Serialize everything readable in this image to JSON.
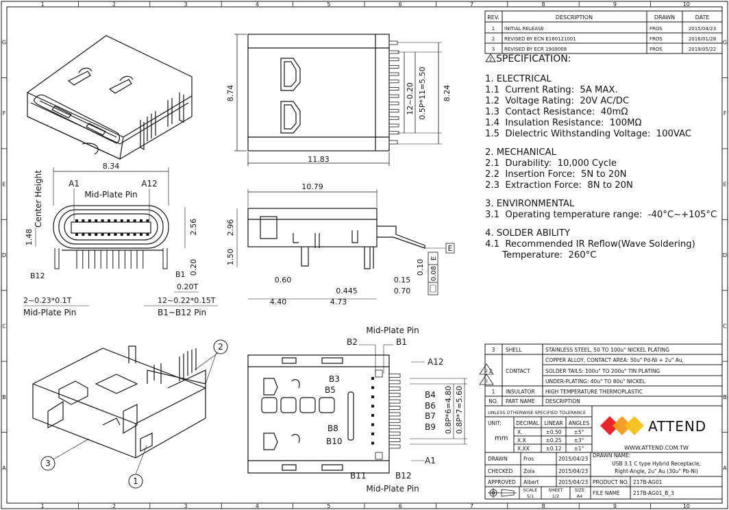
{
  "border": {
    "cols": [
      "1",
      "2",
      "3",
      "4",
      "5",
      "6",
      "7",
      "8",
      "9",
      "10"
    ],
    "rows": [
      "G",
      "F",
      "E",
      "D",
      "C",
      "B",
      "A"
    ]
  },
  "revision_table": {
    "headers": [
      "REV.",
      "DESCRIPTION",
      "DRAWN",
      "DATE"
    ],
    "rows": [
      {
        "rev": "1",
        "desc": "INITIAL RELEASE",
        "drawn": "FROS",
        "date": "2015/04/23"
      },
      {
        "rev": "2",
        "desc": "REVISED BY ECN E160121001",
        "drawn": "FROS",
        "date": "2016/01/28"
      },
      {
        "rev": "3",
        "desc": "REVISED BY ECR 1900008",
        "drawn": "FROS",
        "date": "2019/05/22"
      }
    ]
  },
  "spec": {
    "title_rev": "2",
    "title": "SPECIFICATION:",
    "sections": [
      {
        "heading": "1.  ELECTRICAL",
        "items": [
          "1.1  Current Rating:  5A MAX.",
          "1.2  Voltage Rating:  20V AC/DC",
          "1.3  Contact Resistance:  40mΩ",
          "1.4  Insulation Resistance:  100MΩ",
          "1.5  Dielectric Withstanding Voltage:  100VAC"
        ]
      },
      {
        "heading": "2. MECHANICAL",
        "items": [
          "2.1  Durability:  10,000 Cycle",
          "2.2  Insertion Force:  5N to 20N",
          "2.3  Extraction Force:  8N to 20N"
        ]
      },
      {
        "heading": "3. ENVIRONMENTAL",
        "items": [
          "3.1  Operating temperature range:  -40°C~+105°C"
        ]
      },
      {
        "heading": "4. SOLDER ABILITY",
        "items": [
          "4.1  Recommended IR Reflow(Wave Soldering)",
          "      Temperature:  260°C"
        ]
      }
    ]
  },
  "parts_table": {
    "rows": [
      {
        "no": "3",
        "part": "SHELL",
        "desc": [
          "STAINLESS STEEL, 50 TO 100u\" NICKEL PLATING"
        ]
      },
      {
        "no": "2",
        "part": "CONTACT",
        "desc": [
          "COPPER ALLOY, CONTACT AREA: 30u\" Pd-Ni + 2u\" Au,",
          "SOLDER TAILS: 100u\" TO 200u\" TIN PLATING",
          "UNDER-PLATING: 40u\" TO 80u\" NICKEL"
        ],
        "rev_marks": [
          "2",
          "3"
        ]
      },
      {
        "no": "1",
        "part": "INSULATOR",
        "desc": [
          "HIGH TEMPERATURE THERMOPLASTIC"
        ]
      }
    ],
    "header": {
      "no": "NO.",
      "part": "PART NAME",
      "desc": "DESCRIPTION"
    }
  },
  "tolerance": {
    "title": "UNLESS OTHERWISE SPECIFIED TOLERANCE",
    "unit_label": "UNIT:",
    "unit": "mm",
    "headers": [
      "DECIMAL",
      "LINEAR",
      "ANGLES"
    ],
    "rows": [
      [
        "X.",
        "±0.50",
        "±5°"
      ],
      [
        "X.X",
        "±0.25",
        "±3°"
      ],
      [
        "X.XX",
        "±0.12",
        "±1°"
      ]
    ]
  },
  "logo": {
    "name": "ATTEND",
    "website": "WWW.ATTEND.COM.TW",
    "colors": [
      "#e8262c",
      "#f39a1e",
      "#f6c01a"
    ]
  },
  "title_block": {
    "drawn_label": "DRAWN",
    "drawn_by": "Fros",
    "drawn_date": "2015/04/23",
    "checked_label": "CHECKED",
    "checked_by": "Zola",
    "checked_date": "2015/04/23",
    "approved_label": "APPROVED",
    "approved_by": "Albert",
    "approved_date": "2015/04/23",
    "drawn_name_label": "DRAWN NAME:",
    "drawn_name": [
      "USB 3.1 C type Hybrid Receptacle,",
      "Right-Angle, 2u\" Au (30u\" Pb-Ni)"
    ],
    "product_no_label": "PRODUCT NO.",
    "product_no": "217B-AG01",
    "scale_label": "SCALE",
    "scale": "5/1",
    "sheet_label": "SHEET",
    "sheet": "1/2",
    "size_label": "SIZE",
    "size": "A4",
    "file_name_label": "FILE NAME",
    "file_name": "217B-AG01_B_3"
  },
  "dims": {
    "top_h": "8.74",
    "top_w": "11.83",
    "top_pitch": "0.5P*11=5.50",
    "top_pin": "12~0.20",
    "top_r": "8.24",
    "front_w": "8.34",
    "center_height": "Center Height",
    "a1": "A1",
    "a12": "A12",
    "midplate": "Mid-Plate Pin",
    "h148": "1.48",
    "h256": "2.56",
    "h020": "0.20",
    "h020t": "0.20T",
    "b12": "B12",
    "b1": "B1",
    "left_pins": "2~0.23*0.1T",
    "left_pins_lbl": "Mid-Plate Pin",
    "right_pins": "12~0.22*0.15T",
    "right_pins_lbl": "B1~B12 Pin",
    "side_w": "10.79",
    "side_h296": "2.96",
    "side_h150": "1.50",
    "side_060": "0.60",
    "side_0445": "0.445",
    "side_015": "0.15",
    "side_070": "0.70",
    "side_440": "4.40",
    "side_473": "4.73",
    "side_010": "0.10",
    "datum": "E",
    "fcf_val": "0.08",
    "fcf_datum": "E",
    "bottom_mid_top": "Mid-Plate Pin",
    "bottom_mid_bot": "Mid-Plate Pin",
    "b2": "B2",
    "b1b": "B1",
    "a12b": "A12",
    "b3": "B3",
    "b5": "B5",
    "b4": "B4",
    "b6": "B6",
    "b7": "B7",
    "b8": "B8",
    "b9": "B9",
    "b10": "B10",
    "a1b": "A1",
    "b11": "B11",
    "b12b": "B12",
    "pitch6": "0.8P*6=4.80",
    "pitch7": "0.8P*7=5.60",
    "balloons": [
      "2",
      "3",
      "1"
    ]
  }
}
